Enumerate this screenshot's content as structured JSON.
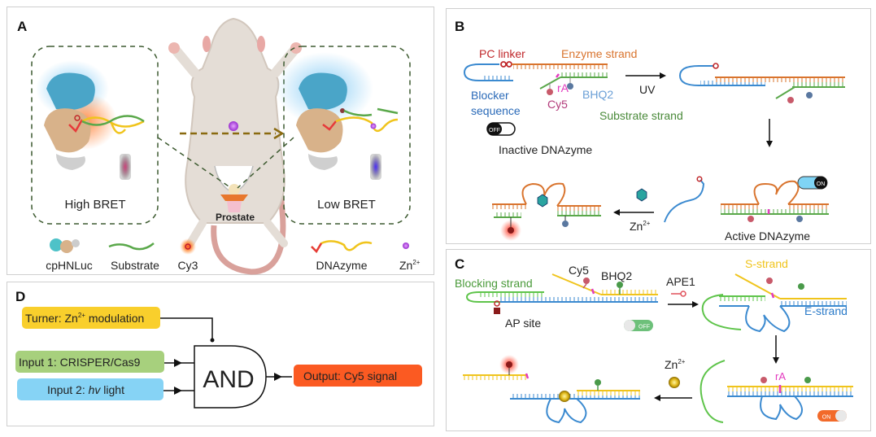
{
  "panels": {
    "A": {
      "label": "A",
      "left_box_caption": "High BRET",
      "right_box_caption": "Low BRET",
      "organ_label": "Prostate",
      "legend": [
        {
          "label": "cpHNLuc",
          "icon": "protein-icon"
        },
        {
          "label": "Substrate",
          "icon": "substrate-strand-icon"
        },
        {
          "label": "Cy3",
          "icon": "cy3-dye-icon"
        },
        {
          "label": "DNAzyme",
          "icon": "dnazyme-icon"
        },
        {
          "label": "Zn",
          "sup": "2+",
          "icon": "zinc-ion-icon"
        }
      ]
    },
    "B": {
      "label": "B",
      "pc_linker": "PC linker",
      "enzyme_strand": "Enzyme strand",
      "blocker_line1": "Blocker",
      "blocker_line2": "sequence",
      "ra": "rA",
      "cy5": "Cy5",
      "bhq2": "BHQ2",
      "substrate_strand": "Substrate strand",
      "uv": "UV",
      "off_toggle": "OFF",
      "on_toggle": "ON",
      "inactive": "Inactive DNAzyme",
      "active": "Active DNAzyme",
      "zn": "Zn",
      "zn_sup": "2+"
    },
    "C": {
      "label": "C",
      "blocking_strand": "Blocking strand",
      "cy5": "Cy5",
      "bhq2": "BHQ2",
      "ape1": "APE1",
      "ap_site": "AP site",
      "s_strand": "S-strand",
      "e_strand": "E-strand",
      "ra": "rA",
      "off_toggle": "OFF",
      "on_toggle": "ON",
      "zn": "Zn",
      "zn_sup": "2+"
    },
    "D": {
      "label": "D",
      "turner": "Turner: Zn",
      "turner_sup": "2+",
      "turner_suffix": " modulation",
      "input1": "Input 1: CRISPER/Cas9",
      "input2_prefix": "Input 2: ",
      "input2_italic": "hv",
      "input2_suffix": " light",
      "gate": "AND",
      "output": "Output: Cy5 signal"
    }
  },
  "colors": {
    "turner": "#f9cf2c",
    "input1": "#a7d07d",
    "input2": "#86d3f5",
    "output": "#fb5a22",
    "blue_strand": "#3b8ad0",
    "orange_strand": "#d9742e",
    "green_strand": "#5aa84a",
    "yellow_strand": "#f0c41c",
    "pc_linker": "#c0282b",
    "cy5": "#b23a7a",
    "bhq2": "#6a9fd6"
  }
}
